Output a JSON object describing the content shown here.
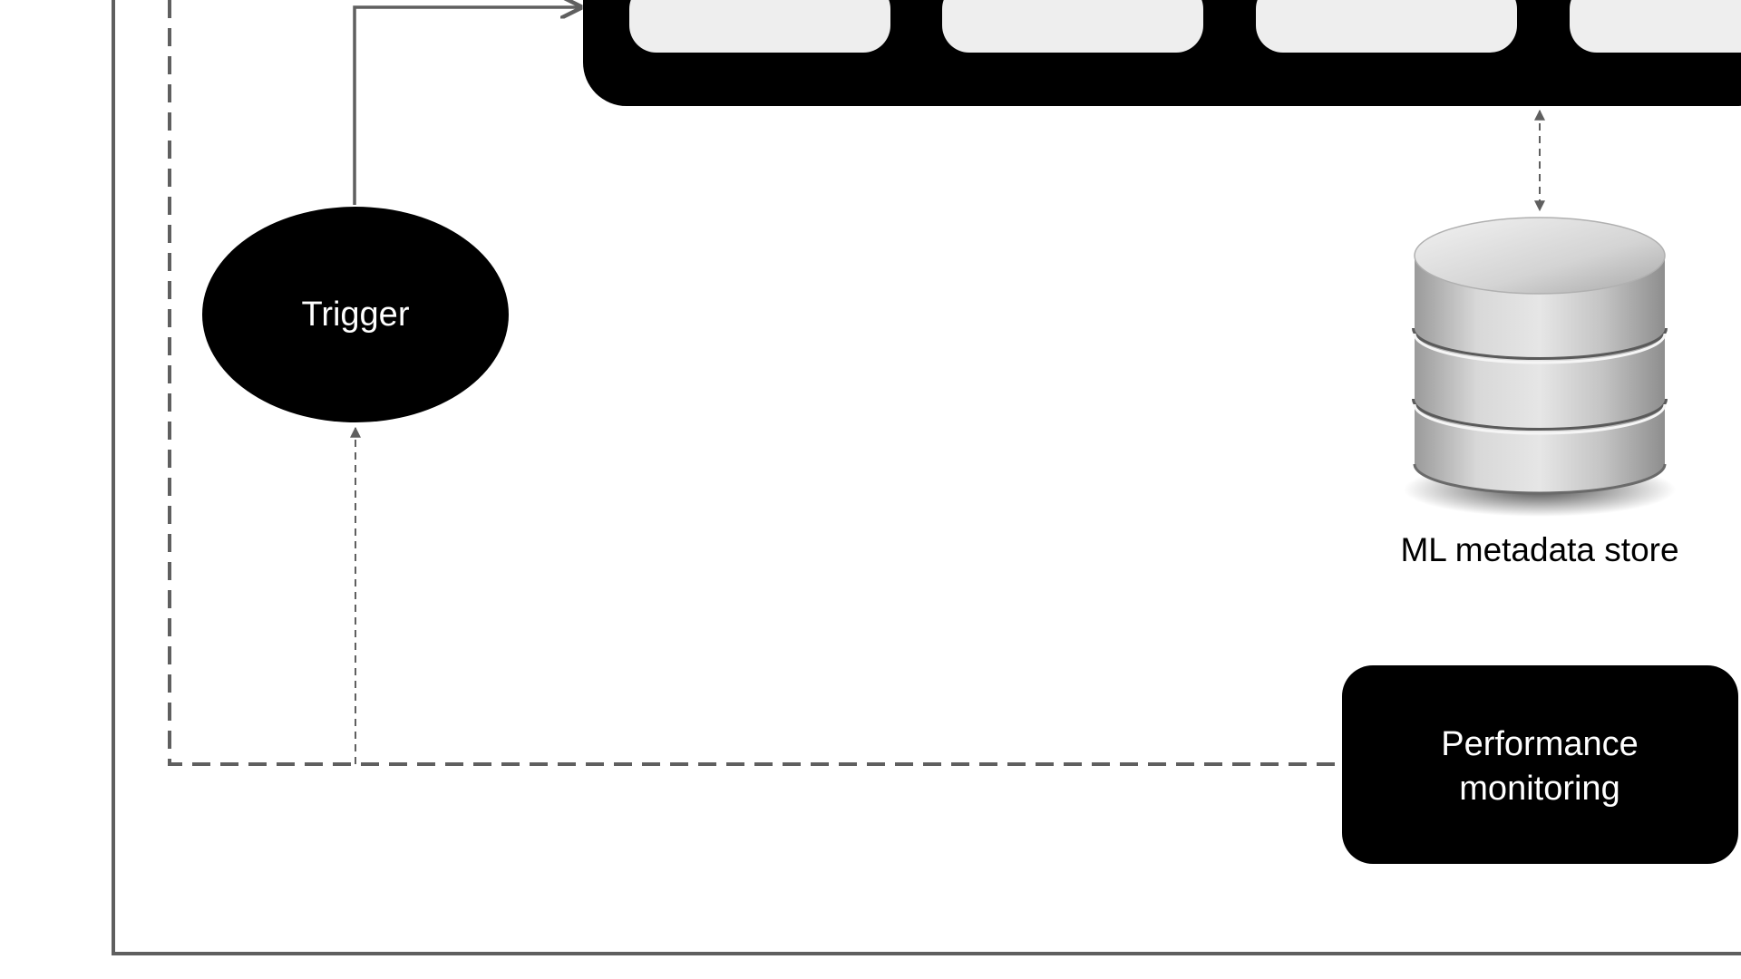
{
  "diagram": {
    "trigger": {
      "label": "Trigger"
    },
    "metadata_store": {
      "label": "ML metadata store"
    },
    "performance_monitoring": {
      "line1": "Performance",
      "line2": "monitoring"
    }
  },
  "colors": {
    "pipeline_block": "#000000",
    "pipeline_step": "#eeeeee",
    "connector": "#5f5f5f",
    "node_fill": "#000000",
    "node_text": "#ffffff",
    "database_body": "#c8c8c8"
  }
}
